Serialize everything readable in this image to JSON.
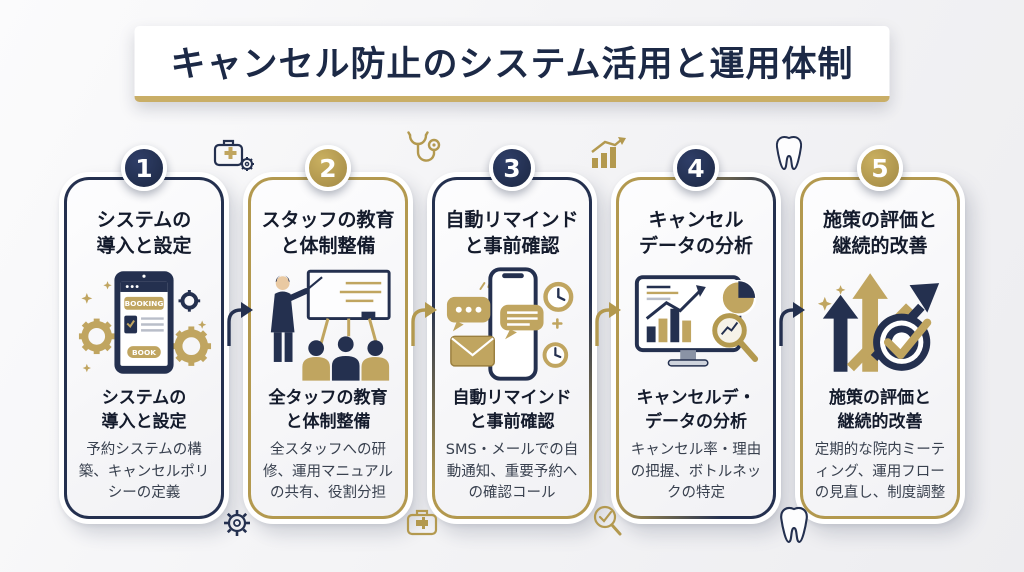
{
  "title": "キャンセル防止のシステム活用と運用体制",
  "colors": {
    "navy": "#24304f",
    "gold": "#b3994f",
    "title_text": "#1c2946",
    "background": "#f3f3f5",
    "card_bg": "#f8f8fa"
  },
  "steps": [
    {
      "number": "1",
      "accent": "navy",
      "heading1": "システムの",
      "heading2": "導入と設定",
      "icon": "booking-tablet-icon",
      "icon_labels": {
        "top": "BOOKING",
        "bottom": "BOOK"
      },
      "subtitle1": "システムの",
      "subtitle2": "導入と設定",
      "description": "予約システムの構築、キャンセルポリシーの定義"
    },
    {
      "number": "2",
      "accent": "gold",
      "heading1": "スタッフの教育",
      "heading2": "と体制整備",
      "icon": "staff-training-icon",
      "subtitle1": "全タッフの教育",
      "subtitle2": "と体制整備",
      "description": "全スタッフへの研修、運用マニュアルの共有、役割分担"
    },
    {
      "number": "3",
      "accent": "navy",
      "heading1": "自動リマインド",
      "heading2": "と事前確認",
      "icon": "phone-reminder-icon",
      "subtitle1": "自動リマインド",
      "subtitle2": "と事前確認",
      "description": "SMS・メールでの自動通知、重要予約への確認コール"
    },
    {
      "number": "4",
      "accent": "navy",
      "heading1": "キャンセル",
      "heading2": "データの分析",
      "icon": "analytics-monitor-icon",
      "subtitle1": "キャンセルデ・",
      "subtitle2": "データの分析",
      "description": "キャンセル率・理由の把握、ボトルネックの特定"
    },
    {
      "number": "5",
      "accent": "gold",
      "heading1": "施策の評価と",
      "heading2": "継続的改善",
      "icon": "growth-target-icon",
      "subtitle1": "施策の評価と",
      "subtitle2": "継続的改善",
      "description": "定期的な院内ミーティング、運用フローの見直し、制度調整"
    }
  ],
  "connectors": [
    {
      "from": 1,
      "to": 2,
      "color": "navy"
    },
    {
      "from": 2,
      "to": 3,
      "color": "gold"
    },
    {
      "from": 3,
      "to": 4,
      "color": "gold"
    },
    {
      "from": 4,
      "to": 5,
      "color": "navy"
    }
  ],
  "decorations": {
    "top": [
      "medical-kit-gear-icon",
      "stethoscope-icon",
      "growth-chart-icon",
      "tooth-icon"
    ],
    "bottom": [
      "gear-icon",
      "medical-kit-icon",
      "magnifier-check-icon",
      "tooth-icon"
    ]
  }
}
